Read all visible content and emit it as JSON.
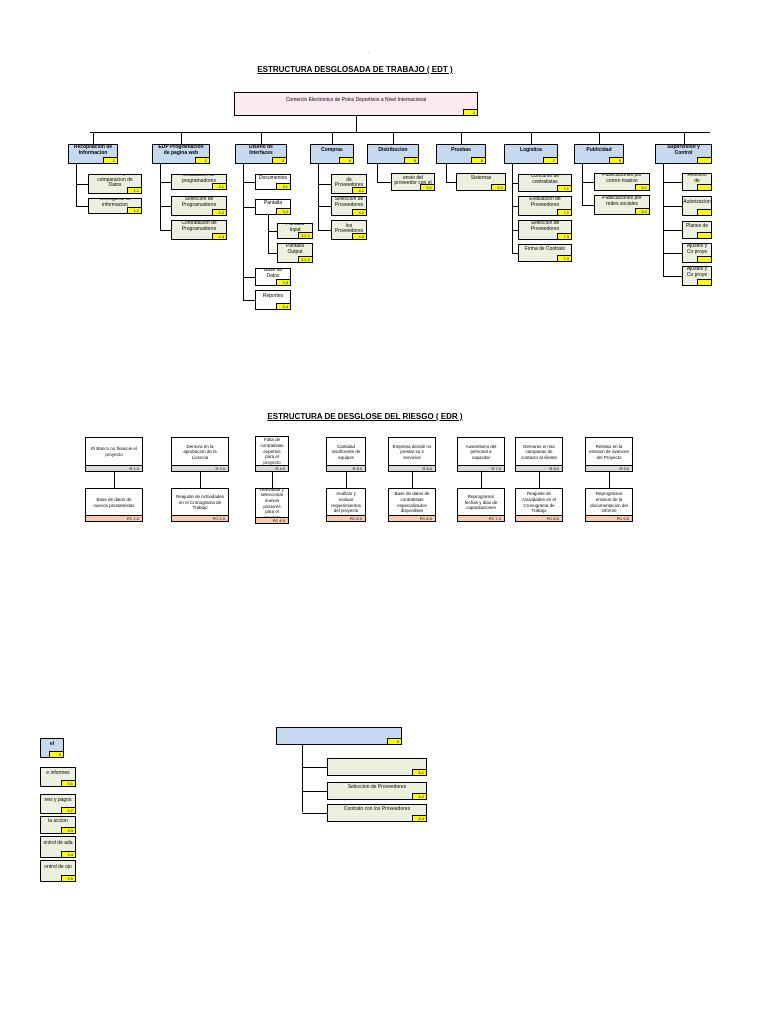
{
  "edt": {
    "dot": "·",
    "title": "ESTRUCTURA DESGLOSADA DE TRABAJO ( EDT )",
    "root": {
      "label": "Comercio Electronico de Polos Deportivos a Nivel Internacional",
      "code": "0"
    },
    "branches": [
      {
        "label": "Recopilacion de Informacion",
        "code": "1",
        "children": [
          {
            "label": "Analisis y comparacion de Datos",
            "code": "1.1"
          },
          {
            "label": "Entrega de la informacion",
            "code": "1.2"
          }
        ]
      },
      {
        "label": "EDP Programacion de pagina web",
        "code": "2",
        "children": [
          {
            "label": "Evaluacion de programadores",
            "code": "2.1"
          },
          {
            "label": "Seleccion de Programadores",
            "code": "2.2"
          },
          {
            "label": "Contratacion de Programadores",
            "code": "2.3"
          }
        ]
      },
      {
        "label": "Diseno de Interfaces",
        "code": "3",
        "children": [
          {
            "label": "Documentos",
            "code": "3.1"
          },
          {
            "label": "Pantalla",
            "code": "3.2"
          },
          {
            "label": "Pantalla Input",
            "code": "3.2.1"
          },
          {
            "label": "Pantalla Output",
            "code": "3.2.2"
          },
          {
            "label": "Base de Datos",
            "code": "3.3"
          },
          {
            "label": "Reportes",
            "code": "3.4"
          }
        ]
      },
      {
        "label": "Compras",
        "code": "4",
        "children": [
          {
            "label": "Evaluacion de Proveedores",
            "code": "4.1"
          },
          {
            "label": "Seleccion de Proveedores",
            "code": "4.2"
          },
          {
            "label": "Contrato con los Proveedores",
            "code": "4.3"
          }
        ]
      },
      {
        "label": "Distribucion",
        "code": "5",
        "children": [
          {
            "label": "Contrato de envio del proveedor con el",
            "code": "5.1"
          }
        ]
      },
      {
        "label": "Pruebas",
        "code": "6",
        "children": [
          {
            "label": "Sistemas",
            "code": "6.1"
          }
        ]
      },
      {
        "label": "Logistica",
        "code": "7",
        "children": [
          {
            "label": "Concurso de contratistas",
            "code": "7.1"
          },
          {
            "label": "Evaluacion de Proveedores",
            "code": "7.2"
          },
          {
            "label": "Seleccion de Proveedores",
            "code": "7.3"
          },
          {
            "label": "Firma de Contrato",
            "code": "7.4"
          }
        ]
      },
      {
        "label": "Publicidad",
        "code": "8",
        "children": [
          {
            "label": "Publicaciones por correo masivo",
            "code": "8.1"
          },
          {
            "label": "Publicaciones por redes sociales",
            "code": "8.2"
          }
        ]
      },
      {
        "label": "Supervision y Control",
        "code": "",
        "children": [
          {
            "label": "Revision de",
            "code": ""
          },
          {
            "label": "Autorizacion",
            "code": ""
          },
          {
            "label": "Planes de",
            "code": ""
          },
          {
            "label": "Ajustes y Co proye",
            "code": ""
          },
          {
            "label": "Ajustes y Co proye",
            "code": ""
          }
        ]
      }
    ]
  },
  "edr": {
    "title": "ESTRUCTURA DE DESGLOSE DEL RIESGO ( EDR )",
    "columns": [
      {
        "risk": "El Banco no financie el proyecto",
        "rcode": "R 1.0",
        "plan": "Base de datos de nuevos prestamistas",
        "pcode": "PC 1.0"
      },
      {
        "risk": "Demora en la aprobacion de la Licencia",
        "rcode": "R 2.0",
        "plan": "Reajuste de Actividades en el Cronograma de Trabajo",
        "pcode": "PC 2.0"
      },
      {
        "risk": "Falta de contratistas expertos para el proyecto",
        "rcode": "R 4.0",
        "plan": "Reevaluar y seleccionar nuevos postores para el proyecto",
        "pcode": "PC 4.0"
      },
      {
        "risk": "Cantidad insuficiente de equipos",
        "rcode": "R 5.0",
        "plan": "Analizar y evaluar requerimientos del proyecto",
        "pcode": "PC 5.0"
      },
      {
        "risk": "Empresa decide no prestar su s servicios",
        "rcode": "R 6.0",
        "plan": "Base de datos de contratistas especializados disponibles",
        "pcode": "PC 6.0"
      },
      {
        "risk": "Ausentismo del personal a capacitar",
        "rcode": "R 7.0",
        "plan": "Reprogramar fechas y dias de capacitaciones",
        "pcode": "PC 7.0"
      },
      {
        "risk": "Demoras en las campanas de contacto al cliente",
        "rcode": "R 8.0",
        "plan": "Reajuste de Actividades en el Cronograma de Trabajo",
        "pcode": "PC 8.0"
      },
      {
        "risk": "Retraso en la emision de avances del Proyecto",
        "rcode": "R 9.0",
        "plan": "Reprogramar emision de la documentacion del Informe",
        "pcode": "PC 9.0"
      }
    ]
  },
  "bottom_left": [
    {
      "label": "el",
      "code": "9"
    },
    {
      "label": "e informes",
      "code": "9.1"
    },
    {
      "label": "nes y pagos",
      "code": "9.2"
    },
    {
      "label": "la accion",
      "code": "9.3"
    },
    {
      "label": "ontrol de ada",
      "code": "9.4"
    },
    {
      "label": "ontrol de ojo",
      "code": "9.5"
    }
  ],
  "bottom_tree": {
    "root": {
      "label": "",
      "code": "5"
    },
    "children": [
      {
        "label": "",
        "code": "5.1"
      },
      {
        "label": "Seleccion de Proveedores",
        "code": "5.2"
      },
      {
        "label": "Contrato con los Proveedores",
        "code": "5.3"
      }
    ]
  }
}
